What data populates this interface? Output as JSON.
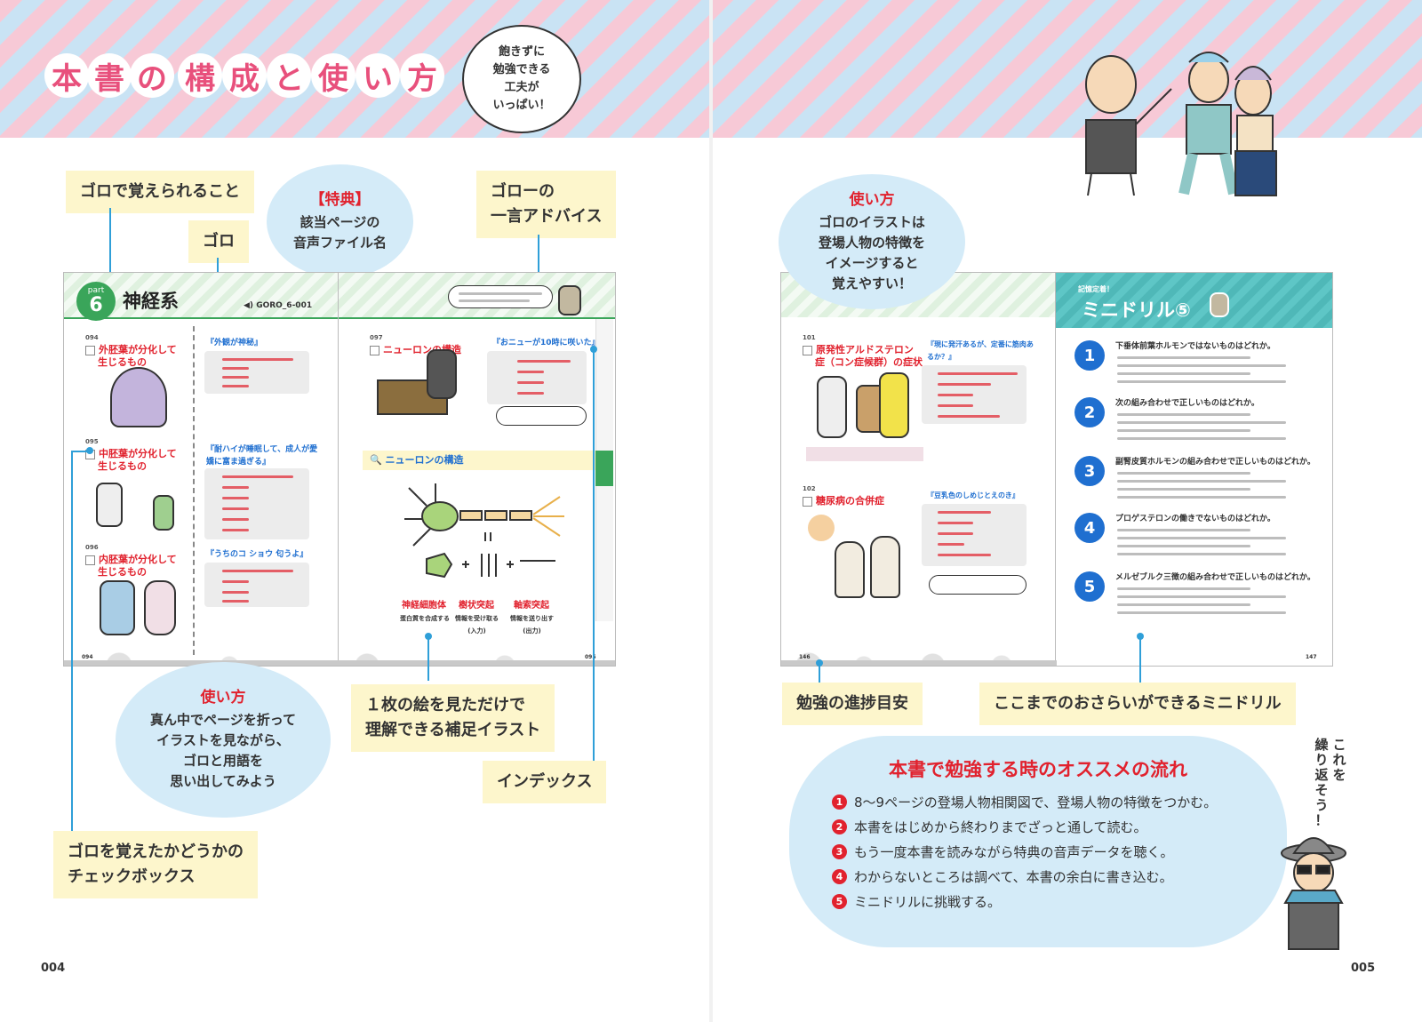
{
  "header": {
    "title_chars": [
      "本",
      "書",
      "の",
      "構",
      "成",
      "と",
      "使",
      "い",
      "方"
    ],
    "intro_bubble": [
      "飽きずに",
      "勉強できる",
      "工夫が",
      "いっぱい！"
    ]
  },
  "left": {
    "label_goro_content": "ゴロで覚えられること",
    "label_goro": "ゴロ",
    "tokuten": {
      "title": "【特典】",
      "lines": [
        "該当ページの",
        "音声ファイル名"
      ]
    },
    "label_advice": [
      "ゴローの",
      "一言アドバイス"
    ],
    "howto": {
      "title": "使い方",
      "lines": [
        "真ん中でページを折って",
        "イラストを見ながら、",
        "ゴロと用語を",
        "思い出してみよう"
      ]
    },
    "label_illustration": [
      "１枚の絵を見ただけで",
      "理解できる補足イラスト"
    ],
    "label_index": "インデックス",
    "label_checkbox": [
      "ゴロを覚えたかどうかの",
      "チェックボックス"
    ],
    "page_number": "004"
  },
  "left_mock": {
    "part_label": "part",
    "part_number": "6",
    "part_title": "神経系",
    "audio_file": "GORO_6-001",
    "items": [
      {
        "no": "094",
        "title": [
          "外胚葉が分化して",
          "生じるもの"
        ],
        "goro": "『外観が神秘』"
      },
      {
        "no": "095",
        "title": [
          "中胚葉が分化して",
          "生じるもの"
        ],
        "goro": "『耐ハイが睡眠して、成人が愛嬌に富ま過ぎる』"
      },
      {
        "no": "096",
        "title": [
          "内胚葉が分化して",
          "生じるもの"
        ],
        "goro": "『うちのコ ショウ 匂うよ』"
      }
    ],
    "right_item": {
      "no": "097",
      "title": "ニューロンの構造",
      "goro": "『おニューが10時に咲いた』"
    },
    "neuron_box": "ニューロンの構造",
    "neuron_parts": [
      {
        "name": "神経細胞体",
        "desc": [
          "蛋白質を合成する"
        ]
      },
      {
        "name": "樹状突起",
        "desc": [
          "情報を受け取る",
          "(入力)"
        ]
      },
      {
        "name": "軸索突起",
        "desc": [
          "情報を送り出す",
          "(出力)"
        ]
      }
    ],
    "page_left": "094",
    "page_right": "095"
  },
  "right": {
    "howto": {
      "title": "使い方",
      "lines": [
        "ゴロのイラストは",
        "登場人物の特徴を",
        "イメージすると",
        "覚えやすい！"
      ]
    },
    "label_progress": "勉強の進捗目安",
    "label_drill": "ここまでのおさらいができるミニドリル",
    "flow_title": "本書で勉強する時のオススメの流れ",
    "flow_items": [
      "8～9ページの登場人物相関図で、登場人物の特徴をつかむ。",
      "本書をはじめから終わりまでざっと通して読む。",
      "もう一度本書を読みながら特典の音声データを聴く。",
      "わからないところは調べて、本書の余白に書き込む。",
      "ミニドリルに挑戦する。"
    ],
    "repeat_text": [
      "繰",
      "り",
      "返",
      "そ",
      "う",
      "！"
    ],
    "repeat_text2": [
      "こ",
      "れ",
      "を"
    ],
    "page_number": "005"
  },
  "right_mock": {
    "items": [
      {
        "no": "101",
        "title": [
          "原発性アルドステロン",
          "症（コン症候群）の症状"
        ],
        "goro": "『現に発汗あるが、定番に筋肉あるか？』"
      },
      {
        "no": "102",
        "title": [
          "糖尿病の合併症"
        ],
        "goro": "『豆乳色のしめじとえのき』"
      }
    ],
    "drill_tag": "記憶定着！",
    "drill_title": "ミニドリル⑤",
    "questions": [
      {
        "n": "1",
        "q": "下垂体前葉ホルモンではないものはどれか。"
      },
      {
        "n": "2",
        "q": "次の組み合わせで正しいものはどれか。"
      },
      {
        "n": "3",
        "q": "副腎皮質ホルモンの組み合わせで正しいものはどれか。"
      },
      {
        "n": "4",
        "q": "プロゲステロンの働きでないものはどれか。"
      },
      {
        "n": "5",
        "q": "メルゼブルク三徴の組み合わせで正しいものはどれか。"
      }
    ],
    "page_left": "146",
    "page_right": "147"
  },
  "colors": {
    "pink": "#e8507c",
    "red": "#e1222e",
    "blue": "#2f9fd8",
    "yellow": "#fdf6cc",
    "bubble": "#d4ebf8"
  }
}
